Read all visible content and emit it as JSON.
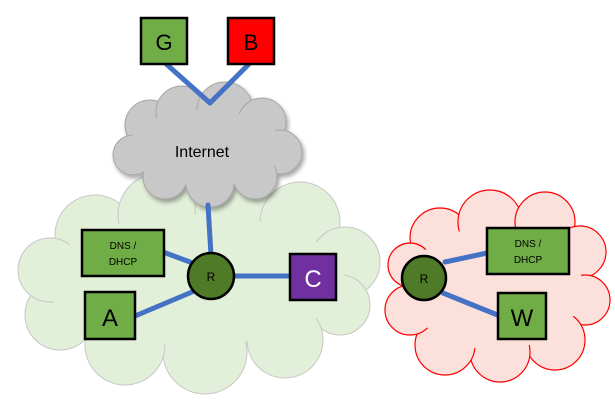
{
  "nodes": {
    "g": {
      "label": "G",
      "color": "#70ad47"
    },
    "b": {
      "label": "B",
      "color": "#ff0000"
    },
    "internet": {
      "label": "Internet",
      "color": "#c8c8c8"
    },
    "router_left": {
      "label": "R",
      "color": "#4f7a28"
    },
    "dns_left": {
      "line1": "DNS /",
      "line2": "DHCP",
      "color": "#70ad47"
    },
    "a": {
      "label": "A",
      "color": "#70ad47"
    },
    "c": {
      "label": "C",
      "color": "#7030a0"
    },
    "router_right": {
      "label": "R",
      "color": "#4f7a28"
    },
    "dns_right": {
      "line1": "DNS /",
      "line2": "DHCP",
      "color": "#70ad47"
    },
    "w": {
      "label": "W",
      "color": "#70ad47"
    }
  },
  "clouds": {
    "left_network_fill": "#e2efd9",
    "right_network_fill": "#fbe0dc",
    "right_network_stroke": "#ff0000"
  },
  "link_color": "#4472c4"
}
